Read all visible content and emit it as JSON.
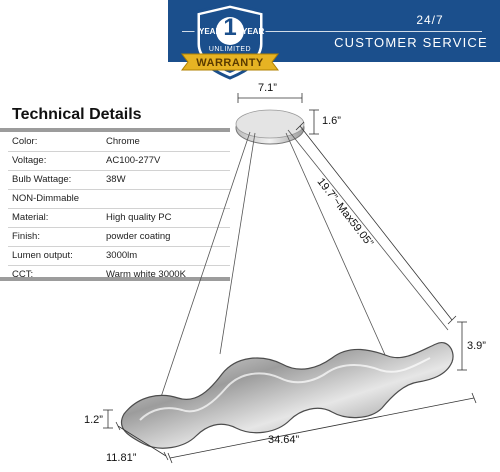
{
  "banner": {
    "service_line1": "24/7",
    "service_line2": "CUSTOMER SERVICE",
    "color": "#1b4f8c"
  },
  "badge": {
    "year_left": "YEAR",
    "number": "1",
    "year_right": "YEAR",
    "unlimited": "UNLIMITED",
    "warranty": "WARRANTY",
    "ribbon_color": "#e6b323"
  },
  "tech": {
    "title": "Technical Details",
    "rows": [
      {
        "label": "Color:",
        "value": "Chrome"
      },
      {
        "label": "Voltage:",
        "value": "AC100-277V"
      },
      {
        "label": "Bulb Wattage:",
        "value": "38W"
      },
      {
        "label": "NON-Dimmable",
        "value": ""
      },
      {
        "label": "Material:",
        "value": "High quality PC"
      },
      {
        "label": "Finish:",
        "value": "powder coating"
      },
      {
        "label": "Lumen output:",
        "value": "3000lm"
      },
      {
        "label": "CCT:",
        "value": "Warm white 3000K"
      }
    ]
  },
  "dimensions": {
    "canopy_width": "7.1”",
    "canopy_height": "1.6”",
    "cable_length": "19.7”~Max59.05”",
    "fixture_height": "3.9”",
    "body_thickness": "1.2”",
    "fixture_depth": "11.81”",
    "fixture_length": "34.64”"
  }
}
